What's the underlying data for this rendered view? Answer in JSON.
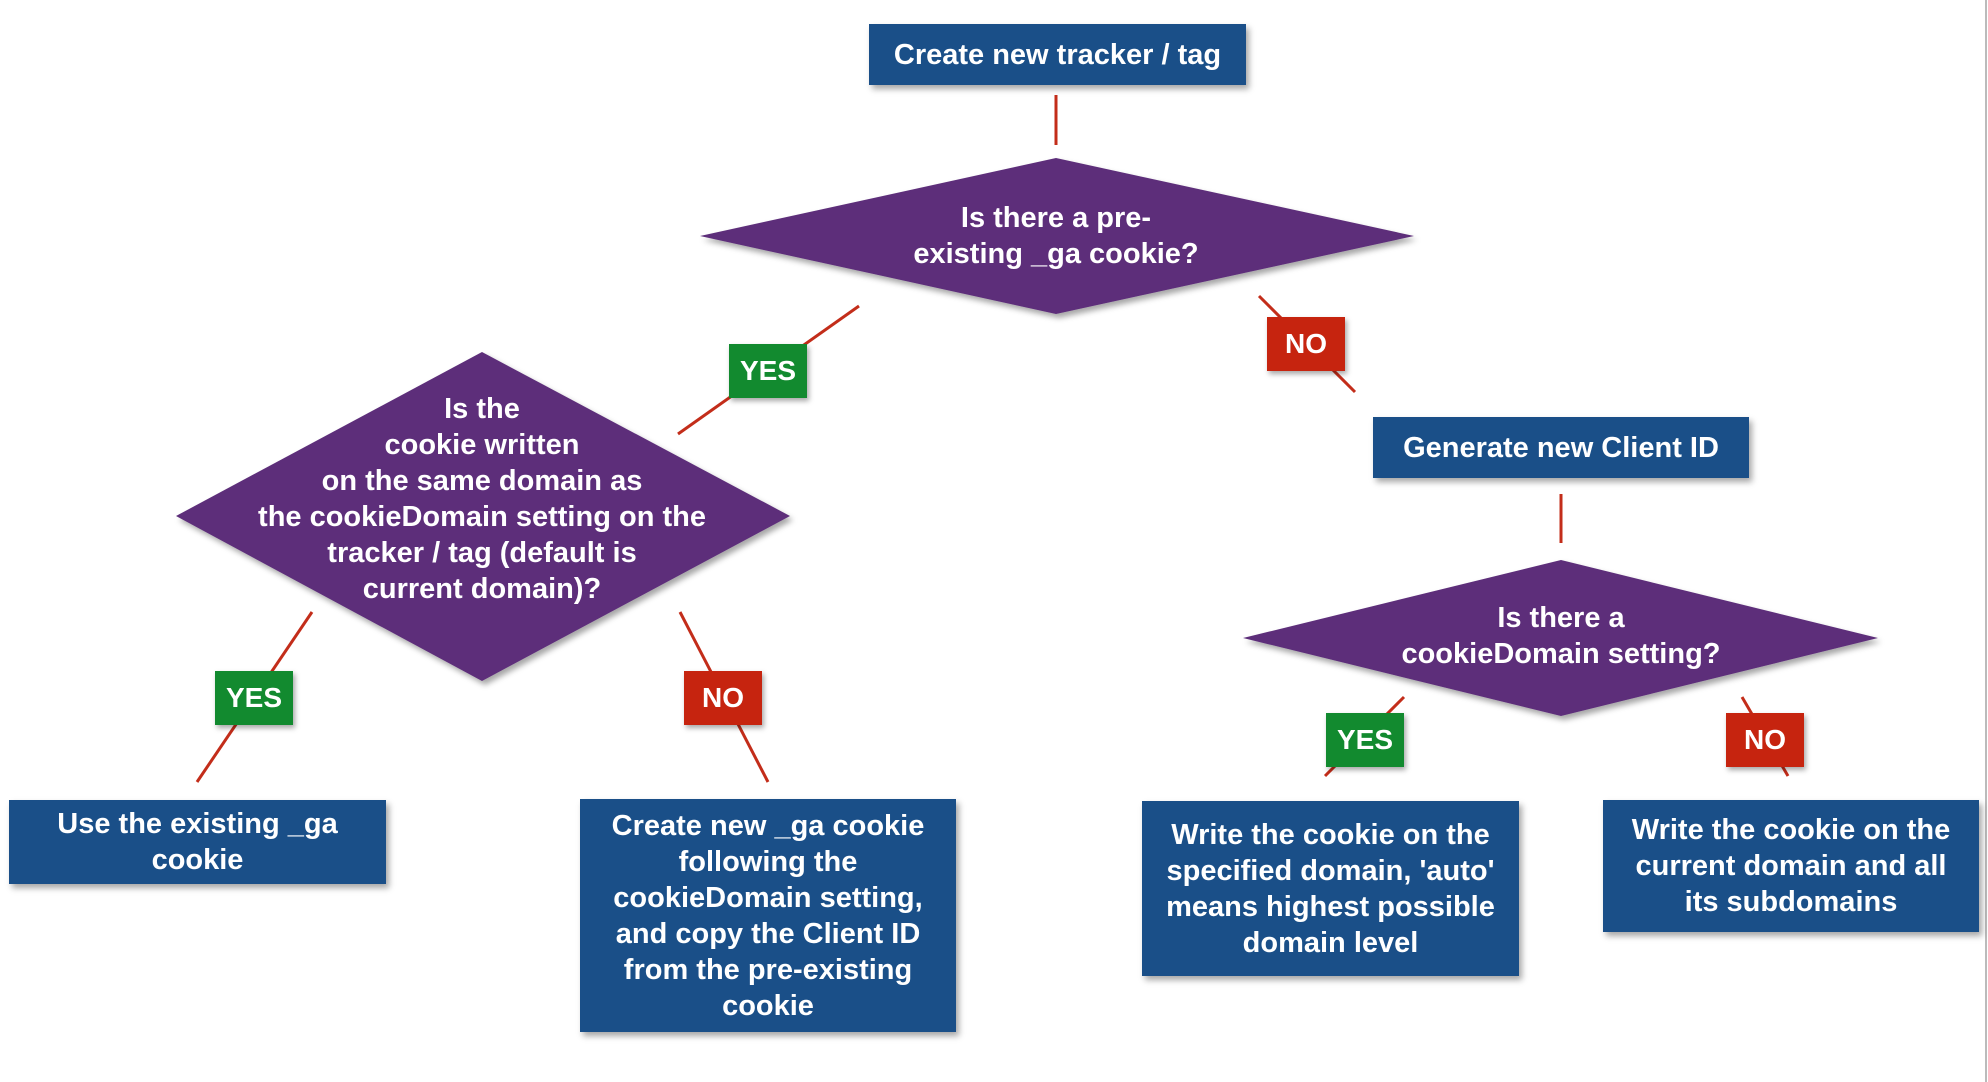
{
  "colors": {
    "process_box": "#1a4f88",
    "decision_diamond": "#5d2f7a",
    "yes_badge": "#128a2f",
    "no_badge": "#c6240f",
    "connector": "#c32d1a",
    "text": "#ffffff"
  },
  "nodes": {
    "create_tracker": "Create new tracker / tag",
    "q_preexisting": "Is there a pre-\nexisting _ga cookie?",
    "q_same_domain": "Is the\ncookie written\non the same domain as\nthe cookieDomain setting on the\ntracker / tag (default is\ncurrent domain)?",
    "generate_client_id": "Generate new Client ID",
    "q_cookie_domain": "Is there a\ncookieDomain setting?",
    "use_existing": "Use the existing _ga\ncookie",
    "create_new_copy": "Create new _ga cookie\nfollowing the\ncookieDomain setting,\nand copy the Client ID\nfrom the pre-existing\ncookie",
    "write_specified": "Write the cookie on the\nspecified domain, 'auto'\nmeans highest possible\ndomain level",
    "write_current": "Write the cookie on the\ncurrent domain and all\nits subdomains"
  },
  "badges": {
    "yes_1": "YES",
    "no_1": "NO",
    "yes_2": "YES",
    "no_2": "NO",
    "yes_3": "YES",
    "no_3": "NO"
  }
}
